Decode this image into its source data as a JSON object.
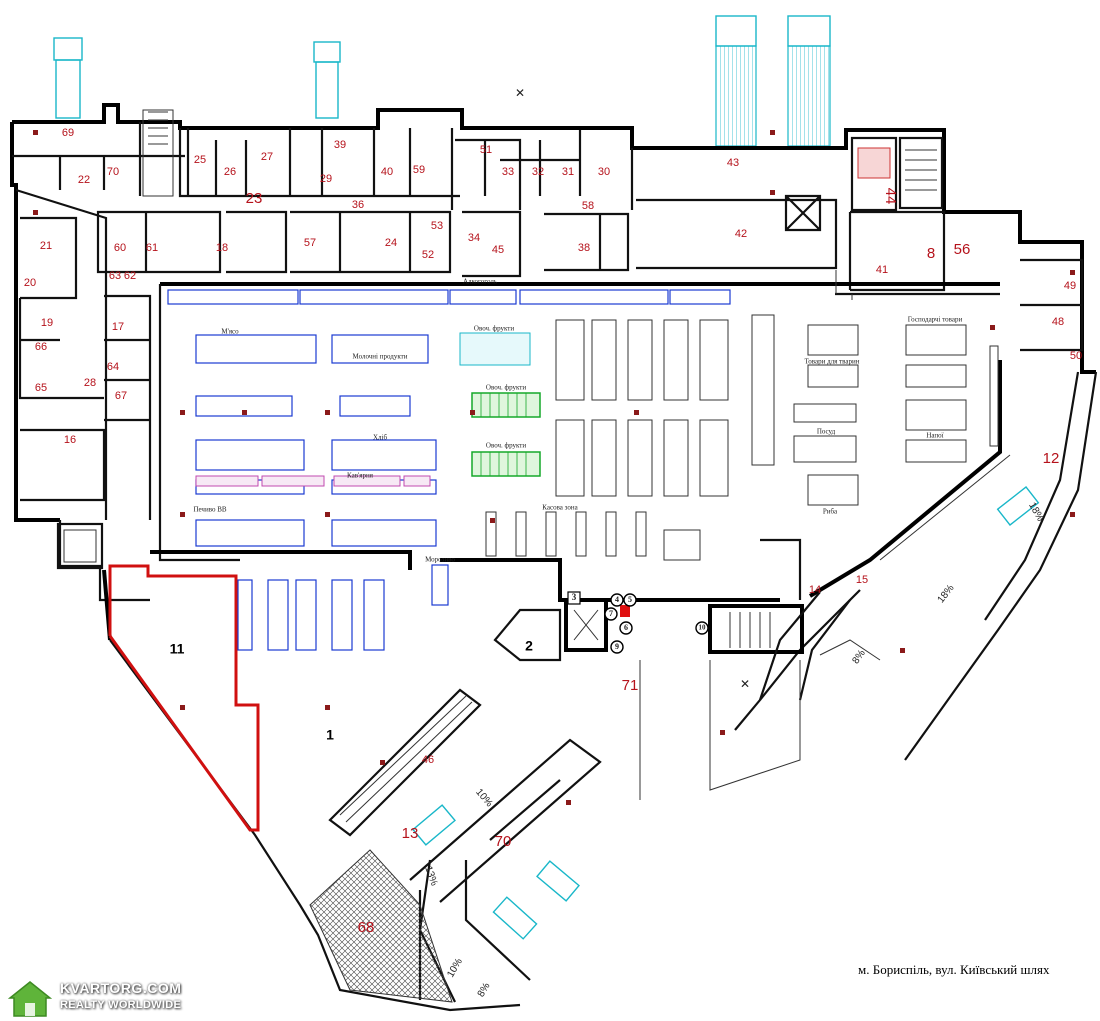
{
  "address": "м. Бориспіль, вул. Київський шлях",
  "watermark": {
    "brand": "KVARTORG.COM",
    "tagline": "REALTY WORLDWIDE"
  },
  "colors": {
    "walls": "#111111",
    "room_numbers": "#b5121b",
    "vehicles": "#19b7c9",
    "shelving": "#1b3bd1",
    "produce_stands": "#15a82a",
    "highlight_wall": "#d01010"
  },
  "rooms": {
    "r69": "69",
    "r22": "22",
    "r70": "70",
    "r25": "25",
    "r26": "26",
    "r27": "27",
    "r23": "23",
    "r39": "39",
    "r29": "29",
    "r40": "40",
    "r59": "59",
    "r51": "51",
    "r33": "33",
    "r32": "32",
    "r31": "31",
    "r30": "30",
    "r43": "43",
    "r44": "44",
    "r21": "21",
    "r20": "20",
    "r60": "60",
    "r61": "61",
    "r18": "18",
    "r36": "36",
    "r57": "57",
    "r24": "24",
    "r53": "53",
    "r52": "52",
    "r34": "34",
    "r45": "45",
    "r58": "58",
    "r38": "38",
    "r42": "42",
    "r41": "41",
    "r8": "8",
    "r56": "56",
    "r49": "49",
    "r48": "48",
    "r50": "50",
    "r63": "63",
    "r62": "62",
    "r19": "19",
    "r17": "17",
    "r66": "66",
    "r64": "64",
    "r65": "65",
    "r28": "28",
    "r67": "67",
    "r16": "16",
    "r12": "12",
    "r15": "15",
    "r14": "14",
    "r11": "11",
    "r1": "1",
    "r2": "2",
    "r3": "3",
    "r71": "71",
    "r46": "46",
    "r13": "13",
    "r70b": "70",
    "r68": "68",
    "r4": "4",
    "r5": "5",
    "r6": "6",
    "r7": "7",
    "r9": "9",
    "r10": "10"
  },
  "slopes": {
    "s1": "18%",
    "s2": "8%",
    "s3": "13%",
    "s4": "10%",
    "s5": "18%",
    "s6": "10%",
    "s7": "8%"
  },
  "section_labels": {
    "fruits1": "Овоч. фрукти",
    "fruits2": "Овоч. фрукти",
    "fruits3": "Овоч. фрукти",
    "storage": "Алкогоголь",
    "coffee": "Кав'ярня",
    "bakery": "Печиво ВВ",
    "cashier": "Касова зона",
    "pet": "Товари для тварин",
    "household": "Господарчі товари",
    "dishes": "Посуд",
    "drinks": "Напої",
    "meat": "М'ясо",
    "fish": "Риба",
    "dairy": "Молочні продукти",
    "frozen": "Морозиво",
    "bread": "Хліб"
  }
}
